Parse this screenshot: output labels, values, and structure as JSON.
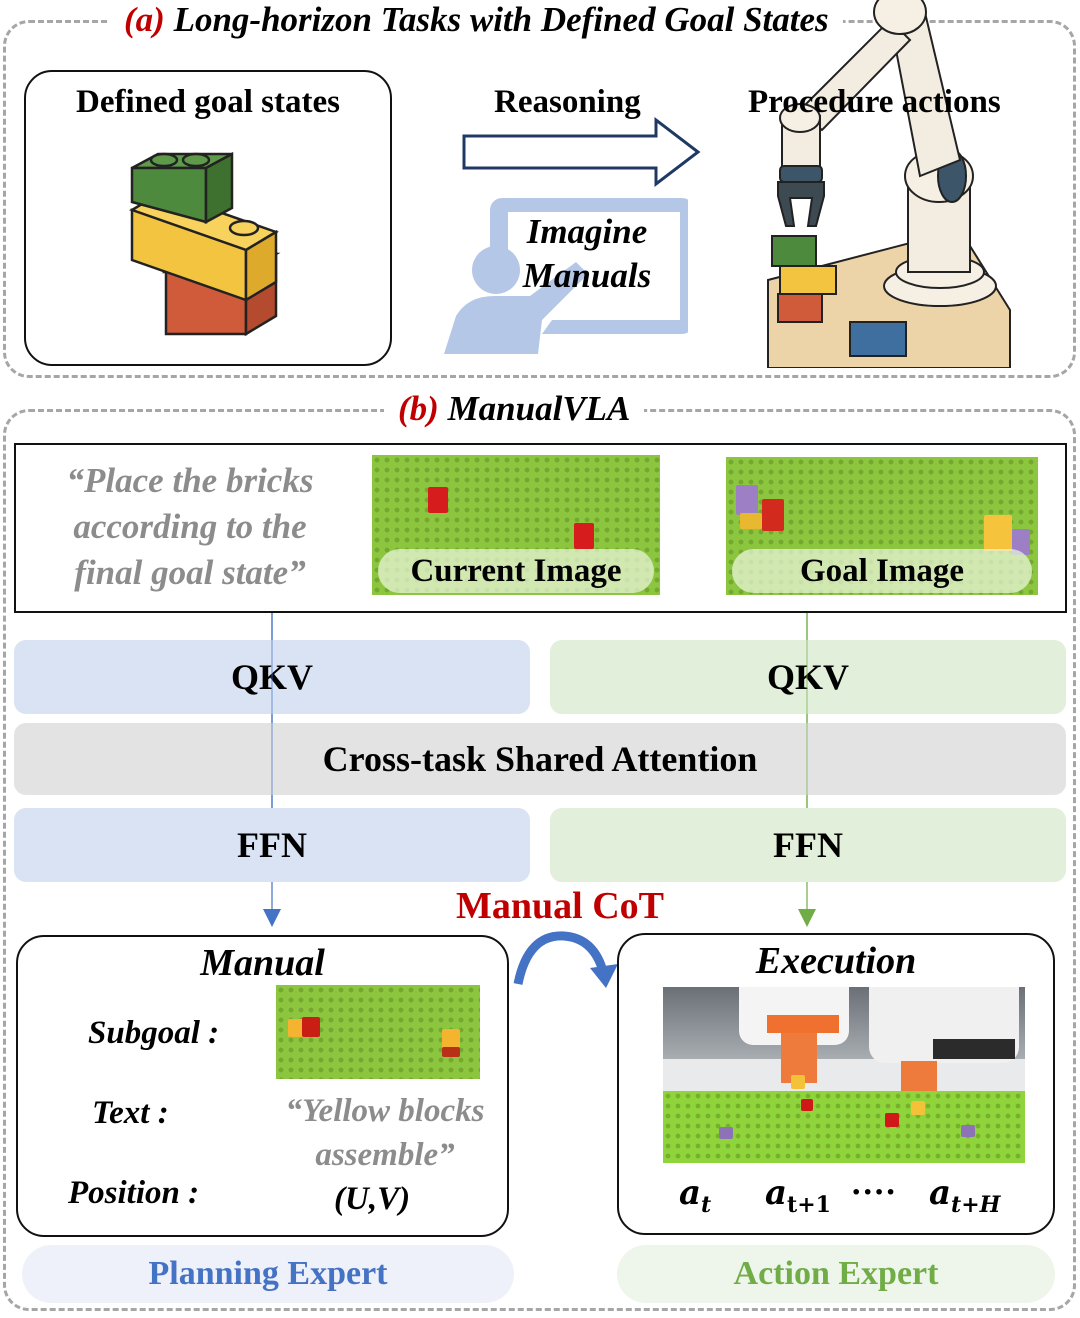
{
  "section_a": {
    "tag": "(a)",
    "title": "Long-horizon Tasks with Defined Goal States",
    "goal_card": {
      "heading": "Defined goal states"
    },
    "reasoning": {
      "label": "Reasoning"
    },
    "imagine": {
      "line1": "Imagine",
      "line2": "Manuals"
    },
    "procedure": {
      "heading": "Procedure actions"
    }
  },
  "section_b": {
    "tag": "(b)",
    "title": "ManualVLA",
    "instruction": {
      "line1": "“Place the bricks",
      "line2": "according to the",
      "line3": "final goal state”"
    },
    "current_image": {
      "label": "Current Image"
    },
    "goal_image": {
      "label": "Goal Image"
    },
    "planning_qkv": "QKV",
    "action_qkv": "QKV",
    "shared_attention": "Cross-task Shared Attention",
    "planning_ffn": "FFN",
    "action_ffn": "FFN",
    "manual_cot": "Manual CoT",
    "manual_card": {
      "heading": "Manual",
      "subgoal_label": "Subgoal :",
      "text_label": "Text :",
      "text_value_line1": "“Yellow blocks",
      "text_value_line2": "assemble”",
      "position_label": "Position :",
      "position_value": "(U,V)"
    },
    "execution_card": {
      "heading": "Execution",
      "actions": [
        {
          "base": "a",
          "sub": "t"
        },
        {
          "base": "a",
          "sub": "t+1"
        },
        {
          "base": "a",
          "sub": "t+H"
        }
      ],
      "ellipsis": "····"
    },
    "planning_expert": "Planning Expert",
    "action_expert": "Action Expert"
  },
  "colors": {
    "accent_red": "#c00000",
    "planning_blue": "#4472c4",
    "action_green": "#70ad47",
    "qkv_blue_fill": "#dae3f3",
    "qkv_green_fill": "#e2efda",
    "shared_gray_fill": "#e3e3e3",
    "quote_gray": "#8c8c8c"
  }
}
